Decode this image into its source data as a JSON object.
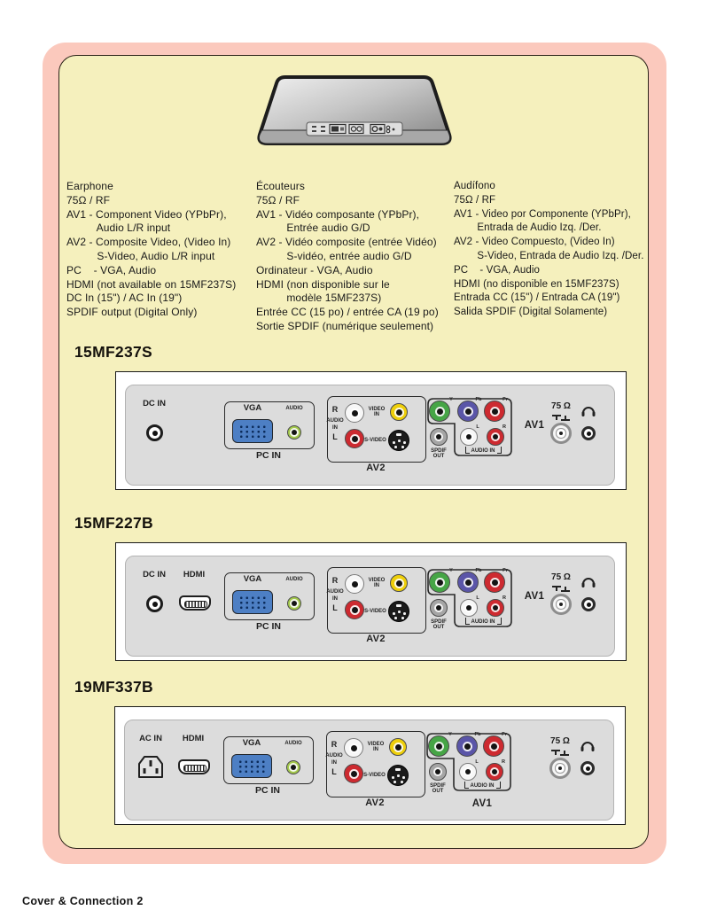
{
  "page": {
    "footer": "Cover & Connection 2"
  },
  "columns": {
    "english": "Earphone\n75Ω / RF\nAV1 - Component Video (YPbPr),\n          Audio L/R input\nAV2 - Composite Video, (Video In)\n          S-Video, Audio L/R input\nPC    - VGA, Audio\nHDMI (not available on 15MF237S)\nDC In (15\") / AC In (19\")\nSPDIF output (Digital Only)",
    "french": "Écouteurs\n75Ω / RF\nAV1 - Vidéo composante (YPbPr),\n          Entrée audio G/D\nAV2 - Vidéo composite (entrée Vidéo)\n          S-vidéo, entrée audio G/D\nOrdinateur - VGA, Audio\nHDMI (non disponible sur le\n          modèle 15MF237S)\nEntrée CC (15 po) / entrée CA (19 po)\nSortie SPDIF (numérique seulement)",
    "spanish": "Audífono\n75Ω / RF\nAV1 - Video por Componente (YPbPr),\n        Entrada de Audio Izq. /Der.\nAV2 - Video Compuesto, (Video In)\n        S-Video, Entrada de Audio Izq. /Der.\nPC    - VGA, Audio\nHDMI (no disponible en 15MF237S)\nEntrada CC (15\") / Entrada CA (19\")\nSalida SPDIF (Digital Solamente)"
  },
  "models": [
    {
      "name": "15MF237S",
      "power": "DC IN"
    },
    {
      "name": "15MF227B",
      "power": "DC IN"
    },
    {
      "name": "19MF337B",
      "power": "AC IN"
    }
  ],
  "labels": {
    "hdmi": "HDMI",
    "vga": "VGA",
    "audio": "AUDIO",
    "pc_in": "PC IN",
    "av1": "AV1",
    "av2": "AV2",
    "r": "R",
    "l": "L",
    "audio_word": "AUDIO",
    "in_word": "IN",
    "video_in": "VIDEO\nIN",
    "s_video": "S-VIDEO",
    "y": "Y",
    "pb": "Pb",
    "pr": "Pr",
    "spdif_out": "SPDIF\nOUT",
    "audio_in": "AUDIO IN",
    "ohm": "75 Ω"
  },
  "colors": {
    "page_border_pink": "#fbc9bd",
    "page_fill_yellow": "#f5f0bd",
    "panel_gray": "#dcdcdc",
    "vga_blue": "#4d7fc4",
    "rca_yellow": "#eecf0a",
    "rca_green": "#46a546",
    "rca_blue": "#5a55a8",
    "rca_red": "#cd2a30",
    "rca_white": "#f7f7f7",
    "rca_gray": "#a5a5a5",
    "audio_green": "#a3c84c"
  }
}
